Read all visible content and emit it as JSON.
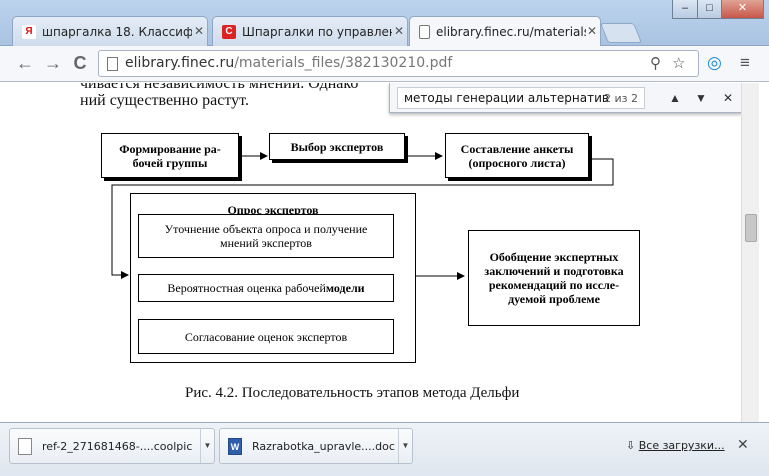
{
  "tabs": [
    {
      "icon": "Я",
      "title": "шпаргалка 18. Классифи"
    },
    {
      "icon": "C",
      "title": "Шпаргалки по управлен"
    },
    {
      "icon": "",
      "title": "elibrary.finec.ru/materials"
    }
  ],
  "window_buttons": {
    "minimize": "–",
    "maximize": "□",
    "close": "✕"
  },
  "address": {
    "host": "elibrary.finec.ru",
    "path": "/materials_files/382130210.pdf"
  },
  "nav": {
    "back": "←",
    "forward": "→",
    "reload": "C"
  },
  "find": {
    "query": "методы генерации альтернатив",
    "count": "2 из 2",
    "prev": "▲",
    "next": "▼",
    "close": "✕"
  },
  "doc": {
    "line1": "чивается независимость мнений. Однако",
    "line2": "ний существенно растут.",
    "caption": "Рис. 4.2. Последовательность этапов метода Дельфи"
  },
  "diagram": {
    "b1": "Формирование ра-\nбочей группы",
    "b2": "Выбор экспертов",
    "b3": "Составление анкеты\n(опросного листа)",
    "group_title": "Опрос экспертов",
    "s1": "Уточнение объекта опроса и получение\nмнений экспертов",
    "s2a": "Вероятностная оценка рабочей ",
    "s2b": "модели",
    "s3": "Согласование оценок экспертов",
    "result": "Обобщение экспертных\nзаключений и подготовка\nрекомендаций по иссле-\nдуемой проблеме"
  },
  "downloads": [
    {
      "name": "ref-2_271681468-....coolpic",
      "type": "file"
    },
    {
      "name": "Razrabotka_upravle....doc",
      "type": "doc",
      "icon": "W"
    }
  ],
  "all_downloads": "Все загрузки...",
  "shelf_close": "✕",
  "colors": {
    "tab_bg": "#cfdcec",
    "accent": "#2f5fab"
  }
}
